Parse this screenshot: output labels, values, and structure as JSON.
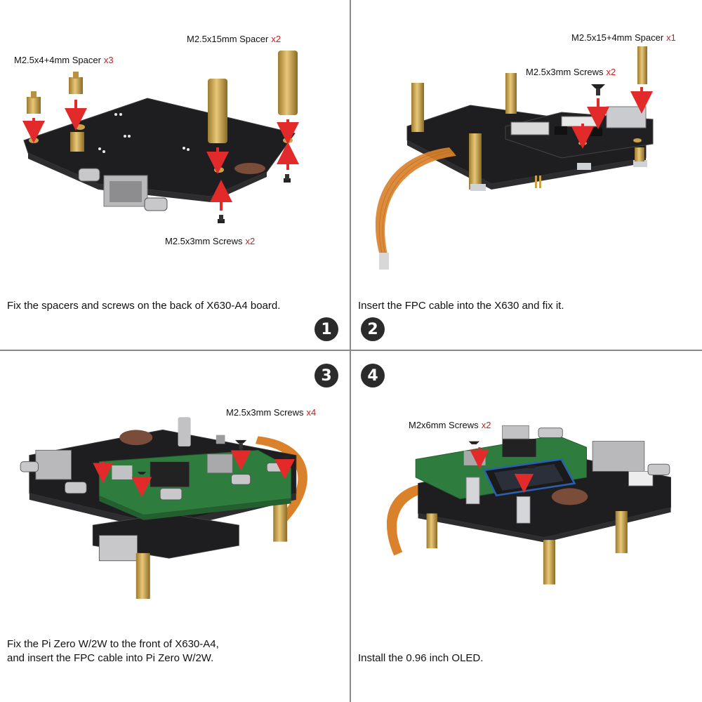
{
  "colors": {
    "pcb": "#1d1d1f",
    "brass": "#c9a24a",
    "arrow": "#e32a2a",
    "fpc": "#d9822b",
    "green_board": "#2f7d3e",
    "quantity_text": "#d0191c"
  },
  "step1": {
    "number": "1",
    "caption": "Fix the spacers and screws on the back of X630-A4 board.",
    "labels": {
      "spacer_a_text": "M2.5x4+4mm Spacer",
      "spacer_a_qty": "x3",
      "spacer_b_text": "M2.5x15mm Spacer",
      "spacer_b_qty": "x2",
      "screws_text": "M2.5x3mm Screws",
      "screws_qty": "x2"
    }
  },
  "step2": {
    "number": "2",
    "caption": "Insert the FPC cable into the X630 and fix it.",
    "labels": {
      "spacer_text": "M2.5x15+4mm Spacer",
      "spacer_qty": "x1",
      "screws_text": "M2.5x3mm Screws",
      "screws_qty": "x2"
    }
  },
  "step3": {
    "number": "3",
    "caption_line1": "Fix the Pi Zero W/2W to the front of X630-A4,",
    "caption_line2": "and insert the FPC cable into Pi Zero W/2W.",
    "labels": {
      "screws_text": "M2.5x3mm Screws",
      "screws_qty": "x4"
    }
  },
  "step4": {
    "number": "4",
    "caption": "Install the 0.96 inch OLED.",
    "labels": {
      "screws_text": "M2x6mm Screws",
      "screws_qty": "x2"
    }
  }
}
